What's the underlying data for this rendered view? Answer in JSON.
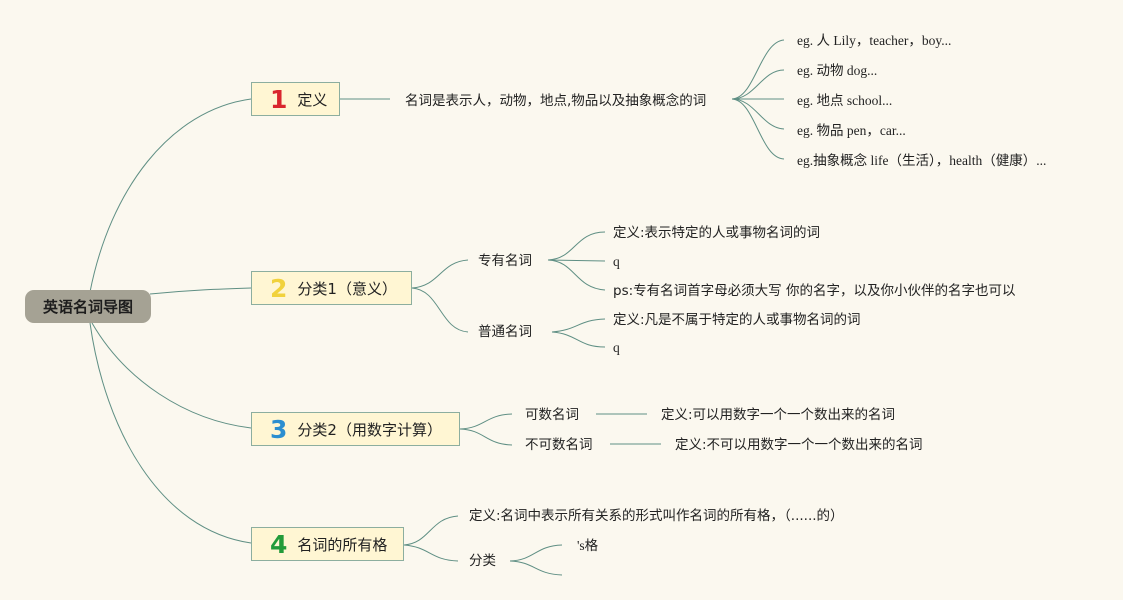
{
  "root": "英语名词导图",
  "branches": [
    {
      "num": "1",
      "num_color": "#d9262d",
      "label": "定义"
    },
    {
      "num": "2",
      "num_color": "#f1d23c",
      "label": "分类1（意义）"
    },
    {
      "num": "3",
      "num_color": "#2b8ed0",
      "label": "分类2（用数字计算）"
    },
    {
      "num": "4",
      "num_color": "#239b3a",
      "label": "名词的所有格"
    }
  ],
  "definition": {
    "text": "名词是表示人，动物，地点,物品以及抽象概念的词",
    "examples": [
      "eg. 人 Lily，teacher，boy...",
      "eg. 动物 dog...",
      "eg. 地点 school...",
      "eg. 物品 pen，car...",
      "eg.抽象概念 life（生活），health（健康）..."
    ]
  },
  "category1": {
    "proper": {
      "label": "专有名词",
      "items": [
        "定义:表示特定的人或事物名词的词",
        "q",
        "ps:专有名词首字母必须大写 你的名字，以及你小伙伴的名字也可以"
      ]
    },
    "common": {
      "label": "普通名词",
      "items": [
        "定义:凡是不属于特定的人或事物名词的词",
        "q"
      ]
    }
  },
  "category2": {
    "countable": {
      "label": "可数名词",
      "def": "定义:可以用数字一个一个数出来的名词"
    },
    "uncountable": {
      "label": "不可数名词",
      "def": "定义:不可以用数字一个一个数出来的名词"
    }
  },
  "possessive": {
    "def": "定义:名词中表示所有关系的形式叫作名词的所有格，（......的）",
    "category_label": "分类",
    "items": [
      "'s格",
      ""
    ]
  }
}
